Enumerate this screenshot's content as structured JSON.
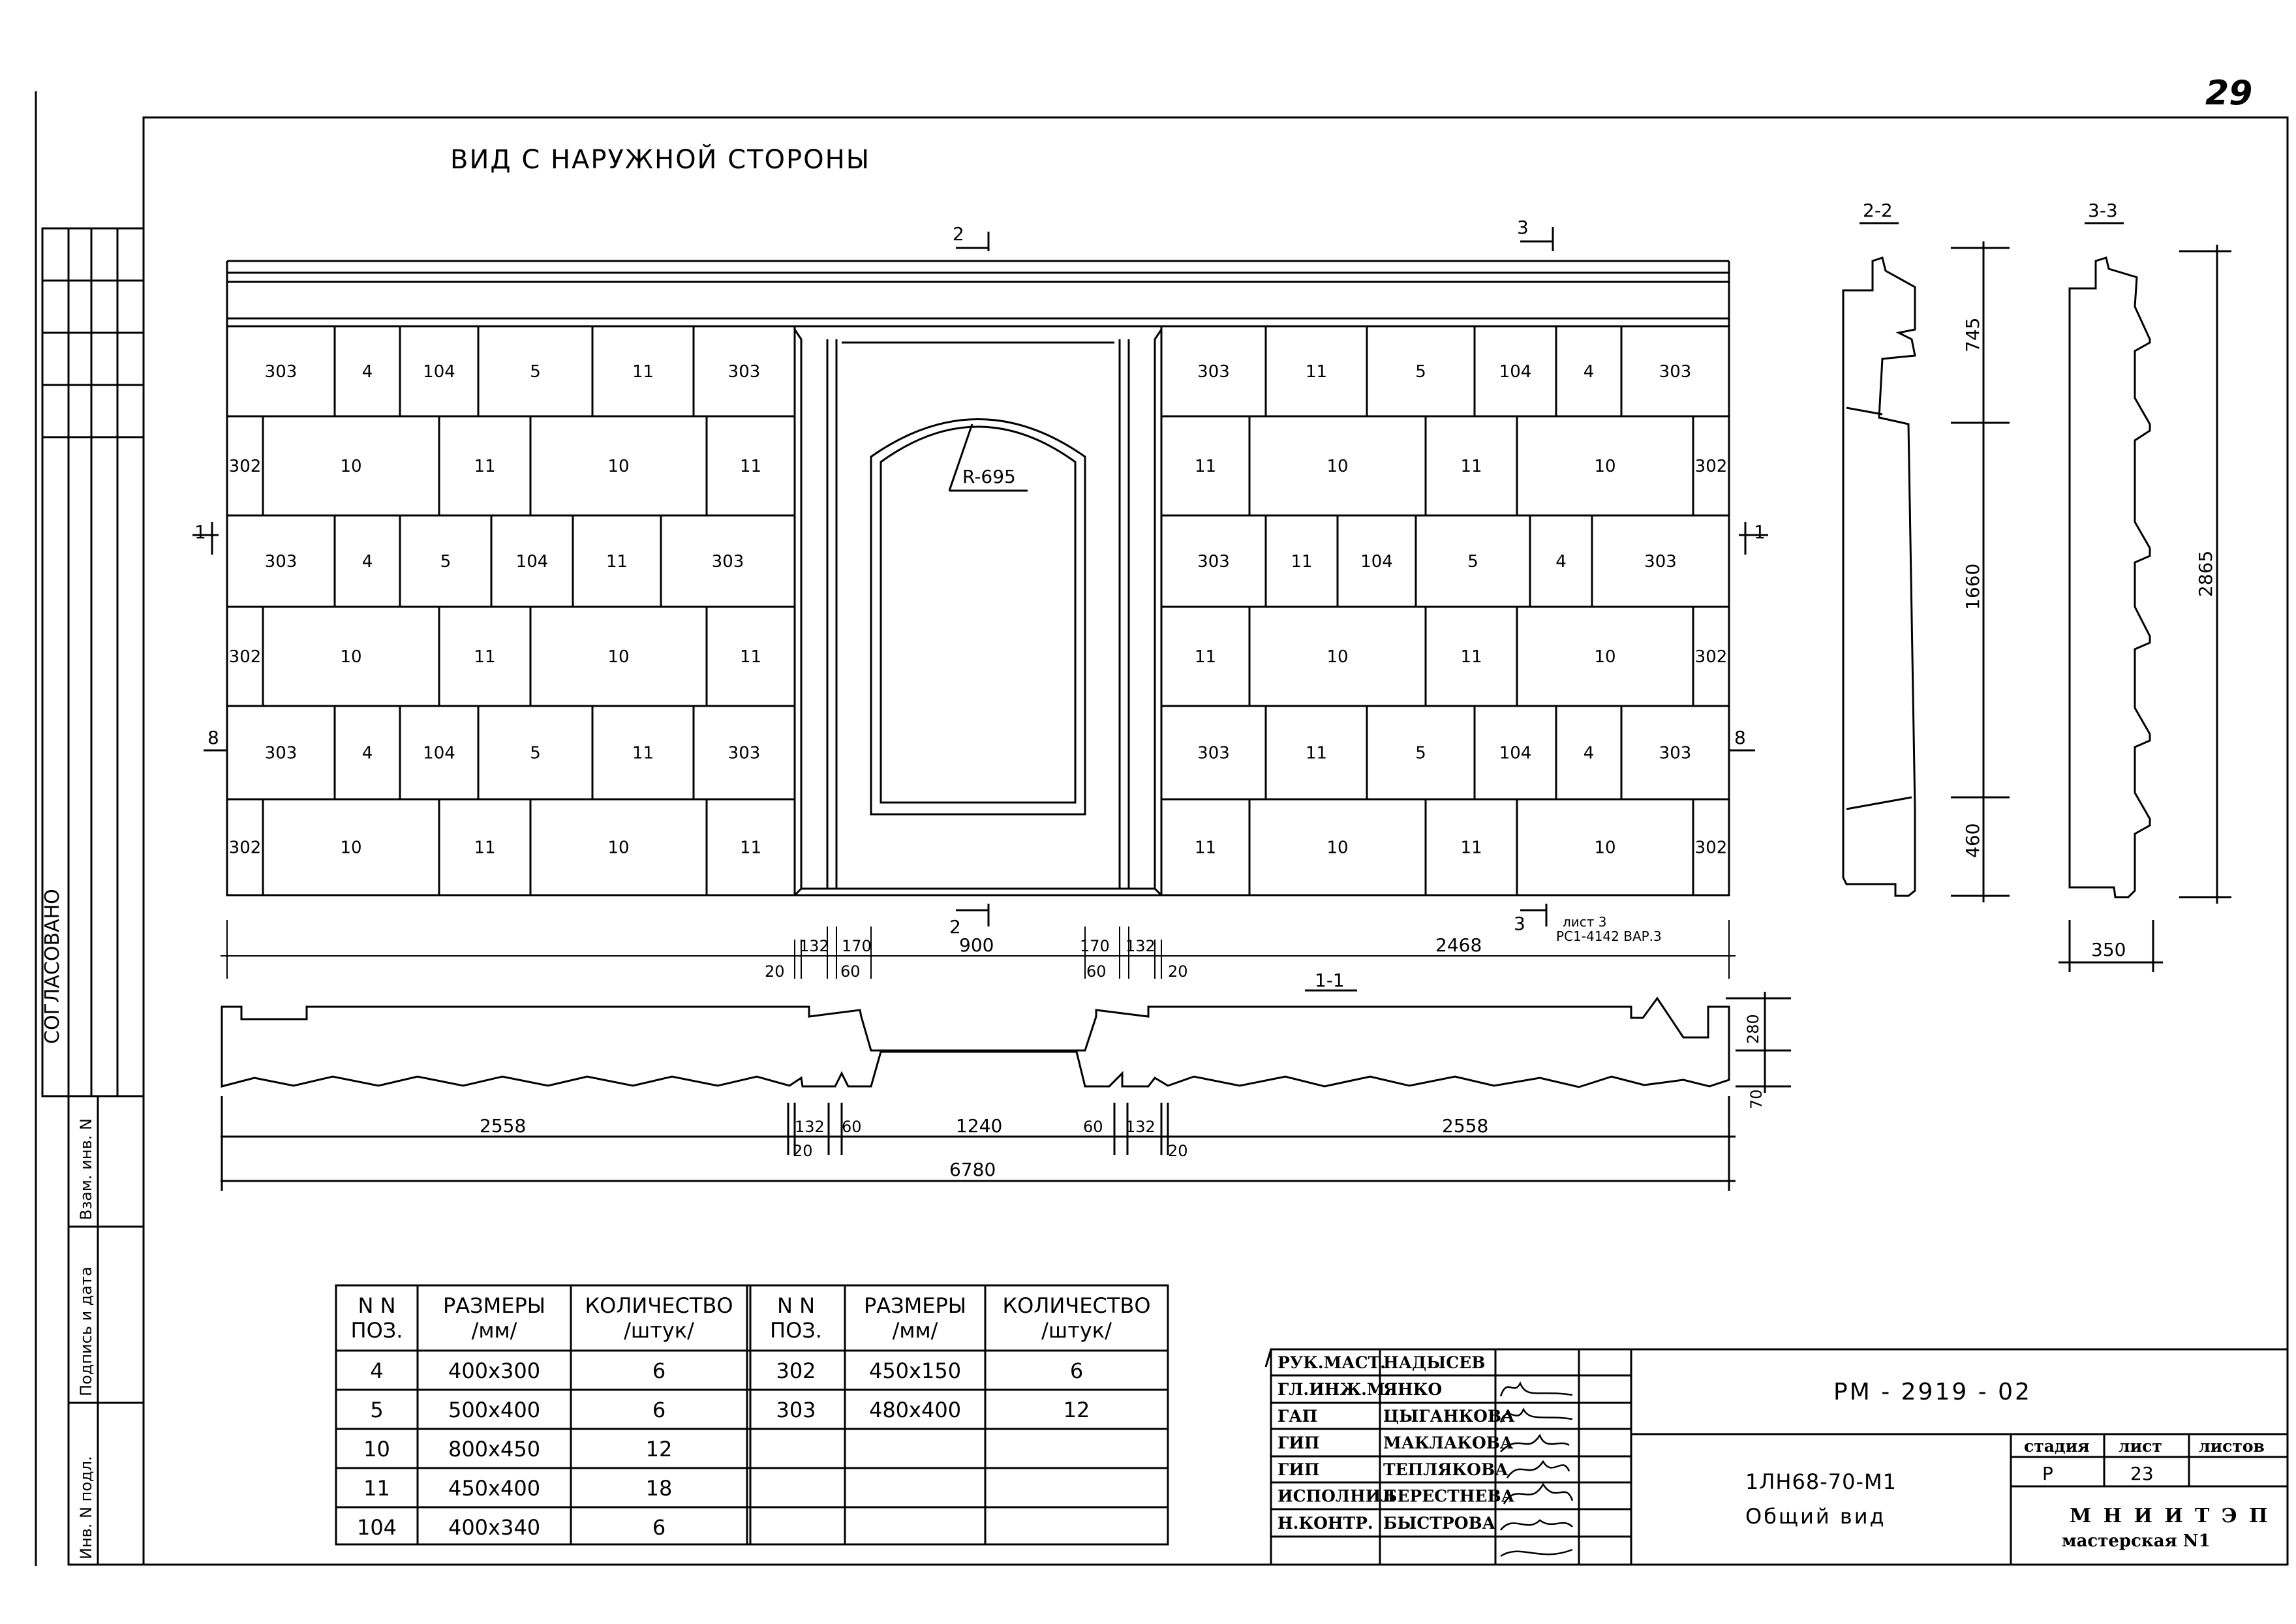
{
  "page_number": "29",
  "view_title": "ВИД С НАРУЖНОЙ СТОРОНЫ",
  "side_label": "СОГЛАСОВАНО",
  "side_stamp": [
    "Инв. N подл.",
    "Подпись и дата",
    "Взам. инв. N"
  ],
  "section_marks": {
    "s1": "1",
    "s2": "2",
    "s3": "3",
    "s8": "8"
  },
  "section_titles": {
    "s11": "1-1",
    "s22": "2-2",
    "s33": "3-3"
  },
  "radius_label": "R-695",
  "sheet_ref": [
    "лист 3",
    "РС1-4142 ВАР.3"
  ],
  "left_rows": [
    [
      "303",
      "4",
      "104",
      "5",
      "11",
      "303"
    ],
    [
      "302",
      "10",
      "11",
      "10",
      "11"
    ],
    [
      "303",
      "4",
      "5",
      "104",
      "11",
      "303"
    ],
    [
      "302",
      "10",
      "11",
      "10",
      "11"
    ],
    [
      "303",
      "4",
      "104",
      "5",
      "11",
      "303"
    ],
    [
      "302",
      "10",
      "11",
      "10",
      "11"
    ]
  ],
  "right_rows": [
    [
      "303",
      "11",
      "5",
      "104",
      "4",
      "303"
    ],
    [
      "11",
      "10",
      "11",
      "10",
      "302"
    ],
    [
      "303",
      "11",
      "104",
      "5",
      "4",
      "303"
    ],
    [
      "11",
      "10",
      "11",
      "10",
      "302"
    ],
    [
      "303",
      "11",
      "5",
      "104",
      "4",
      "303"
    ],
    [
      "11",
      "10",
      "11",
      "10",
      "302"
    ]
  ],
  "dims_top": {
    "d20a": "20",
    "d132a": "132",
    "d170a": "170",
    "d60a": "60",
    "d900": "900",
    "d170b": "170",
    "d60b": "60",
    "d132b": "132",
    "d20b": "20",
    "d2468": "2468"
  },
  "dims_plan": {
    "d2558a": "2558",
    "d132a": "132",
    "d20a": "20",
    "d60a": "60",
    "d1240": "1240",
    "d60b": "60",
    "d132b": "132",
    "d20b": "20",
    "d2558b": "2558",
    "d6780": "6780",
    "d280": "280",
    "d70": "70"
  },
  "dims_sec2": {
    "d745": "745",
    "d1660": "1660",
    "d460": "460"
  },
  "dims_sec3": {
    "d2865": "2865",
    "d350": "350"
  },
  "spec_table": {
    "headers": [
      [
        "N N",
        "ПОЗ."
      ],
      [
        "РАЗМЕРЫ",
        "/мм/"
      ],
      [
        "КОЛИЧЕСТВО",
        "/штук/"
      ],
      [
        "N N",
        "ПОЗ."
      ],
      [
        "РАЗМЕРЫ",
        "/мм/"
      ],
      [
        "КОЛИЧЕСТВО",
        "/штук/"
      ]
    ],
    "rows": [
      [
        "4",
        "400х300",
        "6",
        "302",
        "450х150",
        "6"
      ],
      [
        "5",
        "500х400",
        "6",
        "303",
        "480х400",
        "12"
      ],
      [
        "10",
        "800х450",
        "12",
        "",
        "",
        ""
      ],
      [
        "11",
        "450х400",
        "18",
        "",
        "",
        ""
      ],
      [
        "104",
        "400х340",
        "6",
        "",
        "",
        ""
      ]
    ]
  },
  "stamp": {
    "roles": [
      "РУК.МАСТ.",
      "ГЛ.ИНЖ.М.",
      "ГАП",
      "ГИП",
      "ГИП",
      "ИСПОЛНИЛ",
      "Н.КОНТР."
    ],
    "names": [
      "НАДЫСЕВ",
      "ЯНКО",
      "ЦЫГАНКОВА",
      "МАКЛАКОВА",
      "ТЕПЛЯКОВА",
      "БЕРЕСТНЕВА",
      "БЫСТРОВА"
    ],
    "code": "РМ - 2919 - 02",
    "project": "1ЛН68-70-М1",
    "sheet_title": "Общий вид",
    "stage_label": "стадия",
    "sheet_label": "лист",
    "sheets_label": "листов",
    "stage": "Р",
    "sheet": "23",
    "sheets": "",
    "org": "М Н И И Т Э П",
    "workshop": "мастерская  N1"
  }
}
